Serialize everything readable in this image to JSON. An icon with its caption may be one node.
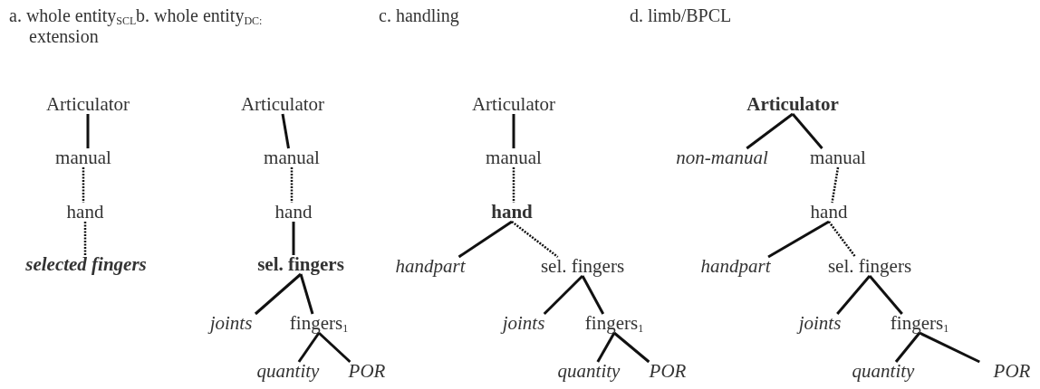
{
  "diagram": {
    "nodes": [
      {
        "text": [
          "Articulator"
        ]
      },
      {
        "text": [
          "manual"
        ]
      },
      {
        "text": [
          "hand"
        ]
      },
      {
        "text": [
          "selected fingers"
        ]
      },
      {
        "text": [
          "Articulator"
        ]
      },
      {
        "text": [
          "manual"
        ]
      },
      {
        "text": [
          "hand"
        ]
      },
      {
        "text": [
          "sel. fingers"
        ]
      },
      {
        "text": [
          "joints"
        ]
      },
      {
        "text": [
          "fingers$_{1}$"
        ]
      },
      {
        "text": [
          "quantity"
        ]
      },
      {
        "text": [
          "POR"
        ]
      },
      {
        "text": [
          "Articulator"
        ]
      },
      {
        "text": [
          "manual"
        ]
      },
      {
        "text": [
          "hand"
        ]
      },
      {
        "text": [
          "handpart"
        ]
      },
      {
        "text": [
          "sel. fingers"
        ]
      },
      {
        "text": [
          "joints"
        ]
      },
      {
        "text": [
          "fingers$_{1}$"
        ]
      },
      {
        "text": [
          "quantity"
        ]
      },
      {
        "text": [
          "POR"
        ]
      },
      {
        "text": [
          "Articulator"
        ]
      },
      {
        "text": [
          "non-manual"
        ]
      },
      {
        "text": [
          "manual"
        ]
      },
      {
        "text": [
          "hand"
        ]
      },
      {
        "text": [
          "handpart"
        ]
      },
      {
        "text": [
          "sel. fingers"
        ]
      },
      {
        "text": [
          "joints"
        ]
      },
      {
        "text": [
          "fingers$_{1}$"
        ]
      },
      {
        "text": [
          "quantity"
        ]
      },
      {
        "text": [
          "POR"
        ]
      }
    ],
    "edges": [
      {
        "from": 0,
        "to": 1,
        "arrow": "none"
      },
      {
        "from": 1,
        "to": 2,
        "arrow": "none",
        "style": "dashed"
      },
      {
        "from": 2,
        "to": 3,
        "arrow": "none",
        "style": "dashed"
      },
      {
        "from": 4,
        "to": 5,
        "arrow": "none"
      },
      {
        "from": 5,
        "to": 6,
        "arrow": "none",
        "style": "dashed"
      },
      {
        "from": 6,
        "to": 7,
        "arrow": "none"
      },
      {
        "from": 7,
        "to": 8,
        "arrow": "none"
      },
      {
        "from": 7,
        "to": 9,
        "arrow": "none"
      },
      {
        "from": 9,
        "to": 10,
        "arrow": "none"
      },
      {
        "from": 9,
        "to": 11,
        "arrow": "none"
      },
      {
        "from": 12,
        "to": 13,
        "arrow": "none"
      },
      {
        "from": 13,
        "to": 14,
        "arrow": "none",
        "style": "dashed"
      },
      {
        "from": 14,
        "to": 15,
        "arrow": "none"
      },
      {
        "from": 14,
        "to": 16,
        "arrow": "none",
        "style": "dashed"
      },
      {
        "from": 16,
        "to": 17,
        "arrow": "none"
      },
      {
        "from": 16,
        "to": 18,
        "arrow": "none"
      },
      {
        "from": 18,
        "to": 19,
        "arrow": "none"
      },
      {
        "from": 18,
        "to": 20,
        "arrow": "none"
      },
      {
        "from": 21,
        "to": 22,
        "arrow": "none"
      },
      {
        "from": 21,
        "to": 23,
        "arrow": "none"
      },
      {
        "from": 23,
        "to": 24,
        "arrow": "none",
        "style": "dashed"
      },
      {
        "from": 24,
        "to": 25,
        "arrow": "none"
      },
      {
        "from": 24,
        "to": 26,
        "arrow": "none",
        "style": "dashed"
      },
      {
        "from": 26,
        "to": 27,
        "arrow": "none"
      },
      {
        "from": 26,
        "to": 28,
        "arrow": "none"
      },
      {
        "from": 28,
        "to": 29,
        "arrow": "none"
      },
      {
        "from": 28,
        "to": 30,
        "arrow": "none"
      }
    ],
    "labels": [
      "a. whole entity$_{SCL}$ extension",
      "b. whole entity$_{DC:}$",
      "c. handling",
      "d. limb/BPCL"
    ]
  }
}
